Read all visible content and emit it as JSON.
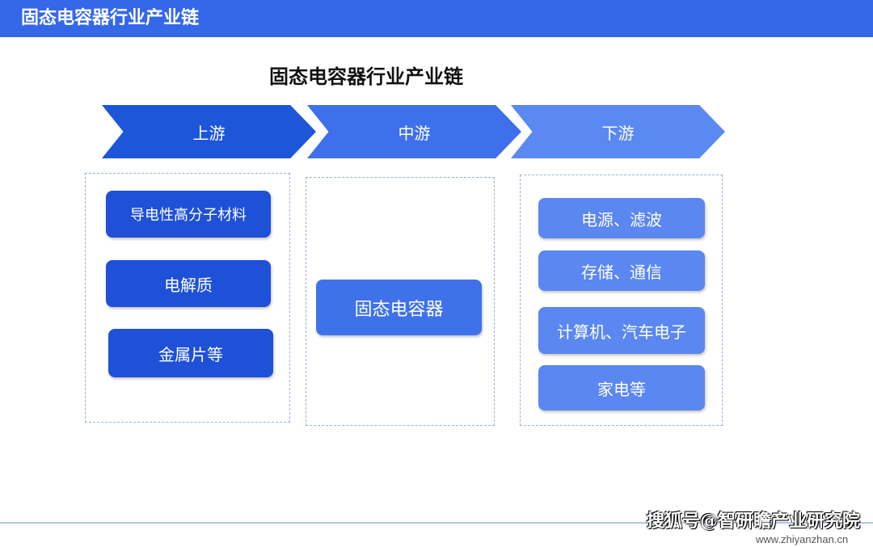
{
  "header": {
    "title": "固态电容器行业产业链"
  },
  "diagram_title": "固态电容器行业产业链",
  "stages": [
    {
      "label": "上游"
    },
    {
      "label": "中游"
    },
    {
      "label": "下游"
    }
  ],
  "upstream": [
    "导电性高分子材料",
    "电解质",
    "金属片等"
  ],
  "midstream": [
    "固态电容器"
  ],
  "downstream": [
    "电源、滤波",
    "存储、通信",
    "计算机、汽车电子",
    "家电等"
  ],
  "footer": {
    "credit": "搜狐号@智研瞻产业研究院",
    "url": "www.zhiyanzhan.cn"
  }
}
